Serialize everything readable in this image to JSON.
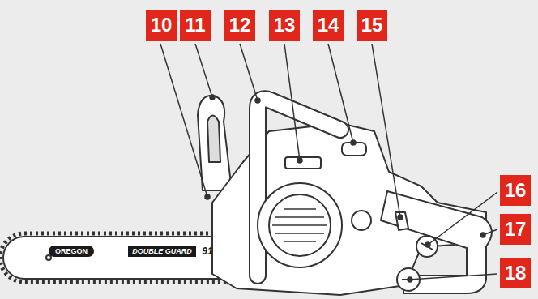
{
  "diagram": {
    "labels": [
      "10",
      "11",
      "12",
      "13",
      "14",
      "15",
      "16",
      "17",
      "18",
      "OREGON",
      "DOUBLE GUARD",
      "91"
    ]
  }
}
